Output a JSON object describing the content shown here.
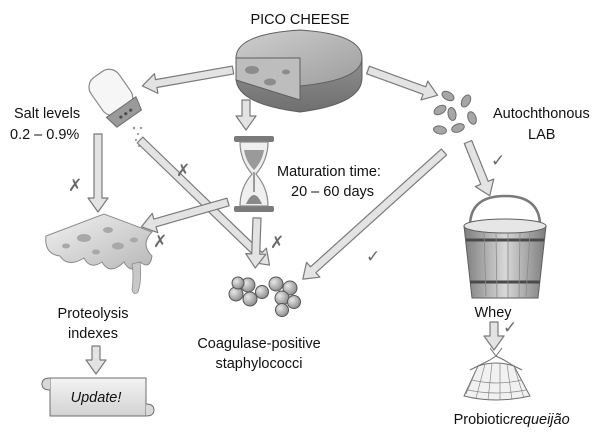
{
  "title": "PICO CHEESE",
  "nodes": {
    "salt": {
      "line1": "Salt levels",
      "line2": "0.2 – 0.9%",
      "icon": "salt-shaker-icon"
    },
    "maturation": {
      "line1": "Maturation time:",
      "line2": "20 – 60 days",
      "icon": "hourglass-icon"
    },
    "lab": {
      "line1": "Autochthonous",
      "line2": "LAB",
      "icon": "bacteria-icon"
    },
    "proteolysis": {
      "line1": "Proteolysis",
      "line2": "indexes",
      "icon": "melting-cheese-icon"
    },
    "staph": {
      "line1": "Coagulase-positive",
      "line2": "staphylococci",
      "icon": "cocci-cluster-icon"
    },
    "whey": {
      "label": "Whey",
      "icon": "wooden-bucket-icon"
    },
    "requeijao": {
      "prefix": "Probiotic ",
      "italic": "requeijão",
      "icon": "requeijao-basket-icon"
    },
    "update": {
      "label": "Update!",
      "icon": "scroll-icon"
    }
  },
  "marks": {
    "cross": "✗",
    "check": "✓"
  },
  "colors": {
    "arrow_fill": "#e3e3e3",
    "arrow_stroke": "#7a7a7a",
    "icon_gray": "#9a9a9a",
    "text": "#111111"
  }
}
